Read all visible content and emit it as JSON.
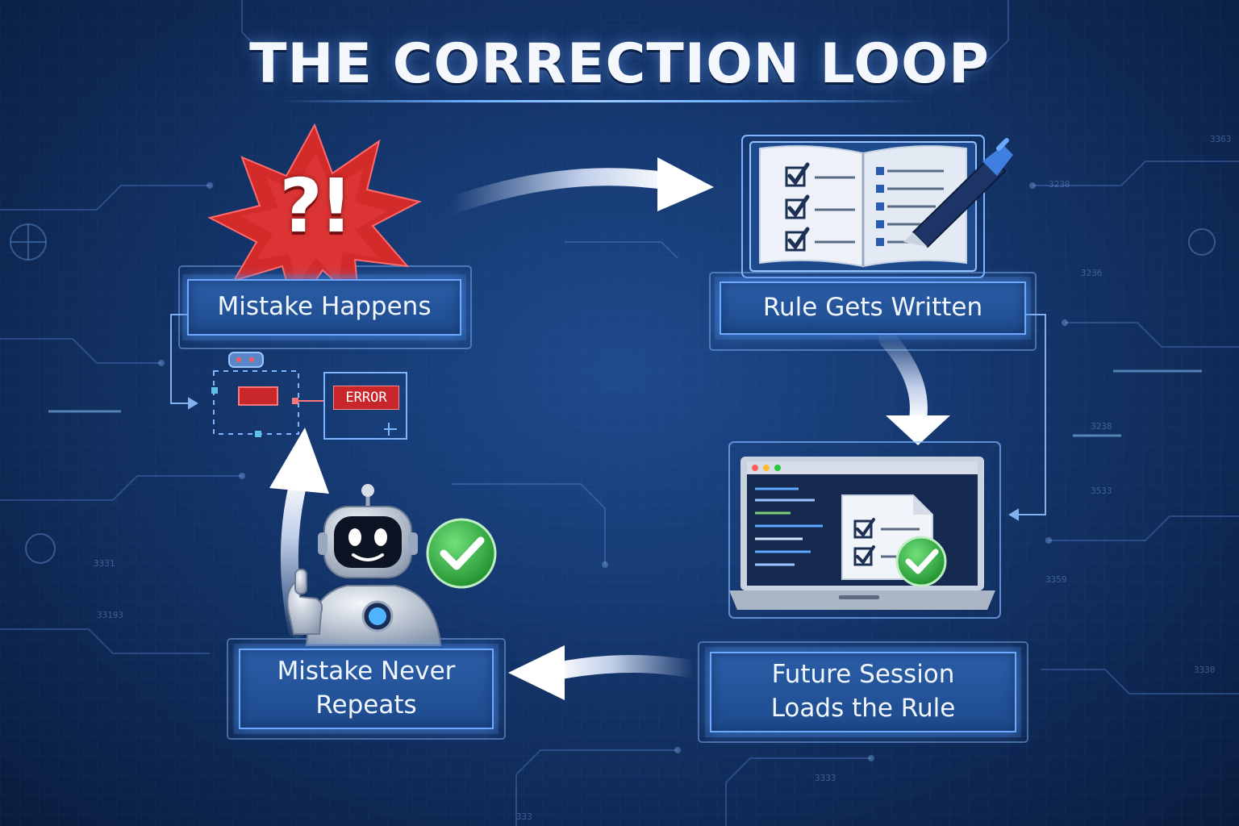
{
  "title": "THE CORRECTION LOOP",
  "steps": [
    {
      "id": "mistake-happens",
      "lines": [
        "Mistake Happens"
      ]
    },
    {
      "id": "rule-gets-written",
      "lines": [
        "Rule Gets Written"
      ]
    },
    {
      "id": "future-session",
      "lines": [
        "Future Session",
        "Loads the Rule"
      ]
    },
    {
      "id": "mistake-never-repeats",
      "lines": [
        "Mistake Never",
        "Repeats"
      ]
    }
  ],
  "error_label": "ERROR",
  "burst_text": "?!",
  "icons": {
    "burst": "explosion-burst-icon",
    "notebook": "open-checklist-notebook-icon",
    "pen": "pen-icon",
    "laptop": "laptop-icon",
    "document": "checklist-document-icon",
    "robot": "robot-thumbs-up-icon",
    "check": "green-check-badge-icon",
    "error_ui": "error-window-icon"
  },
  "colors": {
    "background": "#163a73",
    "accent": "#6fa8ff",
    "error": "#c8262b",
    "success": "#2fae3c"
  }
}
